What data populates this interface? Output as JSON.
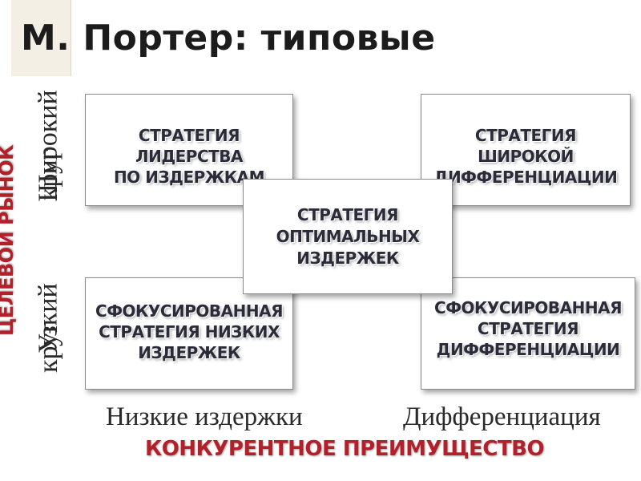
{
  "header": {
    "title": "М. Портер: типовые"
  },
  "diagram": {
    "y_axis": {
      "title": "целевой рынок",
      "top_label_line1": "Широкий",
      "top_label_line2": "круг",
      "bottom_label_line1": "Узкий",
      "bottom_label_line2": "круг"
    },
    "x_axis": {
      "title": "КОНКУРЕНТНОЕ ПРЕИМУЩЕСТВО",
      "left_label": "Низкие издержки",
      "right_label": "Дифференциация"
    },
    "boxes": {
      "top_left": [
        "СТРАТЕГИЯ ЛИДЕРСТВА",
        "ПО ИЗДЕРЖКАМ"
      ],
      "top_right": [
        "СТРАТЕГИЯ ШИРОКОЙ",
        "ДИФФЕРЕНЦИАЦИИ"
      ],
      "center": [
        "СТРАТЕГИЯ",
        "ОПТИМАЛЬНЫХ",
        "ИЗДЕРЖЕК"
      ],
      "bottom_left": [
        "СФОКУСИРОВАННАЯ",
        "СТРАТЕГИЯ НИЗКИХ",
        "ИЗДЕРЖЕК"
      ],
      "bottom_right": [
        "СФОКУСИРОВАННАЯ",
        "СТРАТЕГИЯ",
        "ДИФФЕРЕНЦИАЦИИ"
      ]
    },
    "colors": {
      "axis_title": "#b3202a",
      "box_text": "#2b2b3a"
    }
  }
}
